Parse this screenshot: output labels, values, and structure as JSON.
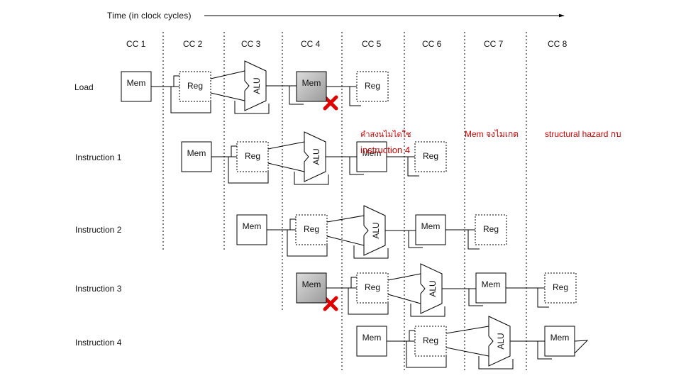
{
  "diagram": {
    "time_label": "Time (in clock cycles)",
    "clock_cycles": [
      "CC 1",
      "CC 2",
      "CC 3",
      "CC 4",
      "CC 5",
      "CC 6",
      "CC 7",
      "CC 8"
    ],
    "instructions": [
      "Load",
      "Instruction 1",
      "Instruction 2",
      "Instruction 3",
      "Instruction 4"
    ],
    "stage_labels": {
      "mem": "Mem",
      "reg": "Reg",
      "alu": "ALU"
    },
    "conflict_marker": "cross-icon",
    "annotations": {
      "note1": "คำสงนไมไดใช",
      "note2": "instruction 4",
      "note3": "Mem จงไมเกด",
      "note4": "structural hazard กบ"
    },
    "colors": {
      "line": "#000000",
      "shaded": "#c8c8c8",
      "annotation": "#d00000"
    }
  }
}
